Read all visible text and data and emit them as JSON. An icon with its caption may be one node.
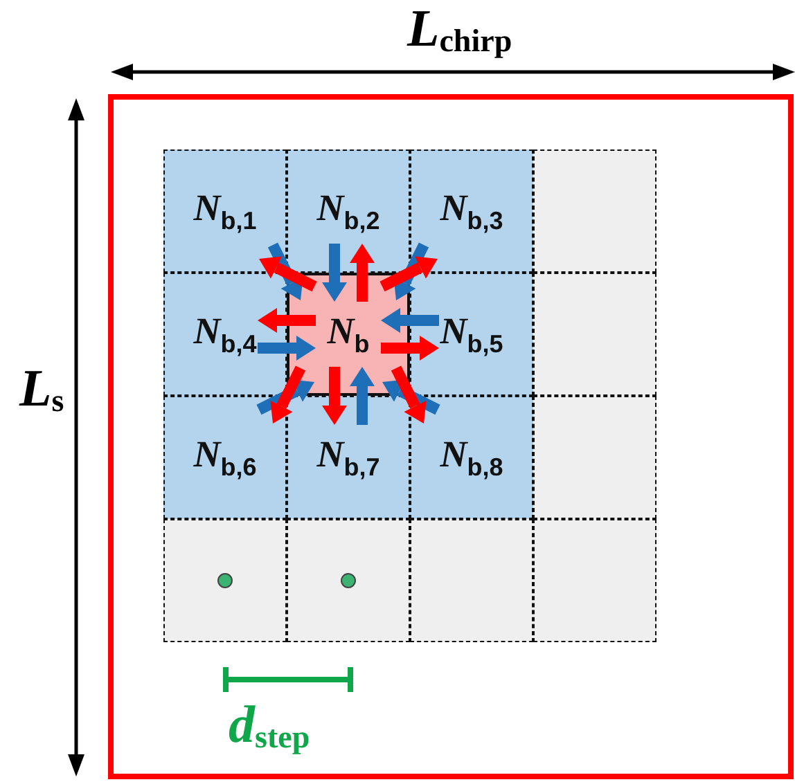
{
  "diagram": {
    "nodes": [
      {
        "text": [],
        "shape": "box"
      },
      {
        "text": [
          "*N*$_{b,1}$"
        ],
        "in": 0
      },
      {
        "text": [
          "*N*$_{b,2}$"
        ],
        "in": 0
      },
      {
        "text": [
          "*N*$_{b,3}$"
        ],
        "in": 0
      },
      {
        "text": [],
        "shape": "box",
        "in": 0
      },
      {
        "text": [
          "*N*$_{b,4}$"
        ],
        "in": 0
      },
      {
        "text": [
          "*N*$_{b}$"
        ],
        "in": 0
      },
      {
        "text": [
          "*N*$_{b,5}$"
        ],
        "in": 0
      },
      {
        "text": [],
        "shape": "box",
        "in": 0
      },
      {
        "text": [
          "*N*$_{b,6}$"
        ],
        "in": 0
      },
      {
        "text": [
          "*N*$_{b,7}$"
        ],
        "in": 0
      },
      {
        "text": [
          "*N*$_{b,8}$"
        ],
        "in": 0
      },
      {
        "text": [],
        "shape": "box",
        "in": 0
      },
      {
        "text": [],
        "shape": "box",
        "in": 0
      },
      {
        "text": [],
        "shape": "box",
        "in": 0
      },
      {
        "text": [],
        "shape": "box",
        "in": 0
      },
      {
        "text": [],
        "shape": "box",
        "in": 0
      }
    ],
    "edges": [
      {
        "from": 1,
        "to": 6,
        "arrow": "to",
        "color": "#1f6fb8"
      },
      {
        "from": 6,
        "to": 1,
        "arrow": "to",
        "color": "#ff0000"
      },
      {
        "from": 2,
        "to": 6,
        "arrow": "to",
        "color": "#1f6fb8"
      },
      {
        "from": 6,
        "to": 2,
        "arrow": "to",
        "color": "#ff0000"
      },
      {
        "from": 3,
        "to": 6,
        "arrow": "to",
        "color": "#1f6fb8"
      },
      {
        "from": 6,
        "to": 3,
        "arrow": "to",
        "color": "#ff0000"
      },
      {
        "from": 5,
        "to": 6,
        "arrow": "to",
        "color": "#1f6fb8"
      },
      {
        "from": 6,
        "to": 5,
        "arrow": "to",
        "color": "#ff0000"
      },
      {
        "from": 7,
        "to": 6,
        "arrow": "to",
        "color": "#1f6fb8"
      },
      {
        "from": 6,
        "to": 7,
        "arrow": "to",
        "color": "#ff0000"
      },
      {
        "from": 9,
        "to": 6,
        "arrow": "to",
        "color": "#1f6fb8"
      },
      {
        "from": 6,
        "to": 9,
        "arrow": "to",
        "color": "#ff0000"
      },
      {
        "from": 10,
        "to": 6,
        "arrow": "to",
        "color": "#1f6fb8"
      },
      {
        "from": 6,
        "to": 10,
        "arrow": "to",
        "color": "#ff0000"
      },
      {
        "from": 11,
        "to": 6,
        "arrow": "to",
        "color": "#1f6fb8"
      },
      {
        "from": 6,
        "to": 11,
        "arrow": "to",
        "color": "#ff0000"
      }
    ],
    "labels": [
      "*L*$_{chirp}$",
      "*L*$_{s}$",
      "*d*$_{step}$"
    ]
  }
}
